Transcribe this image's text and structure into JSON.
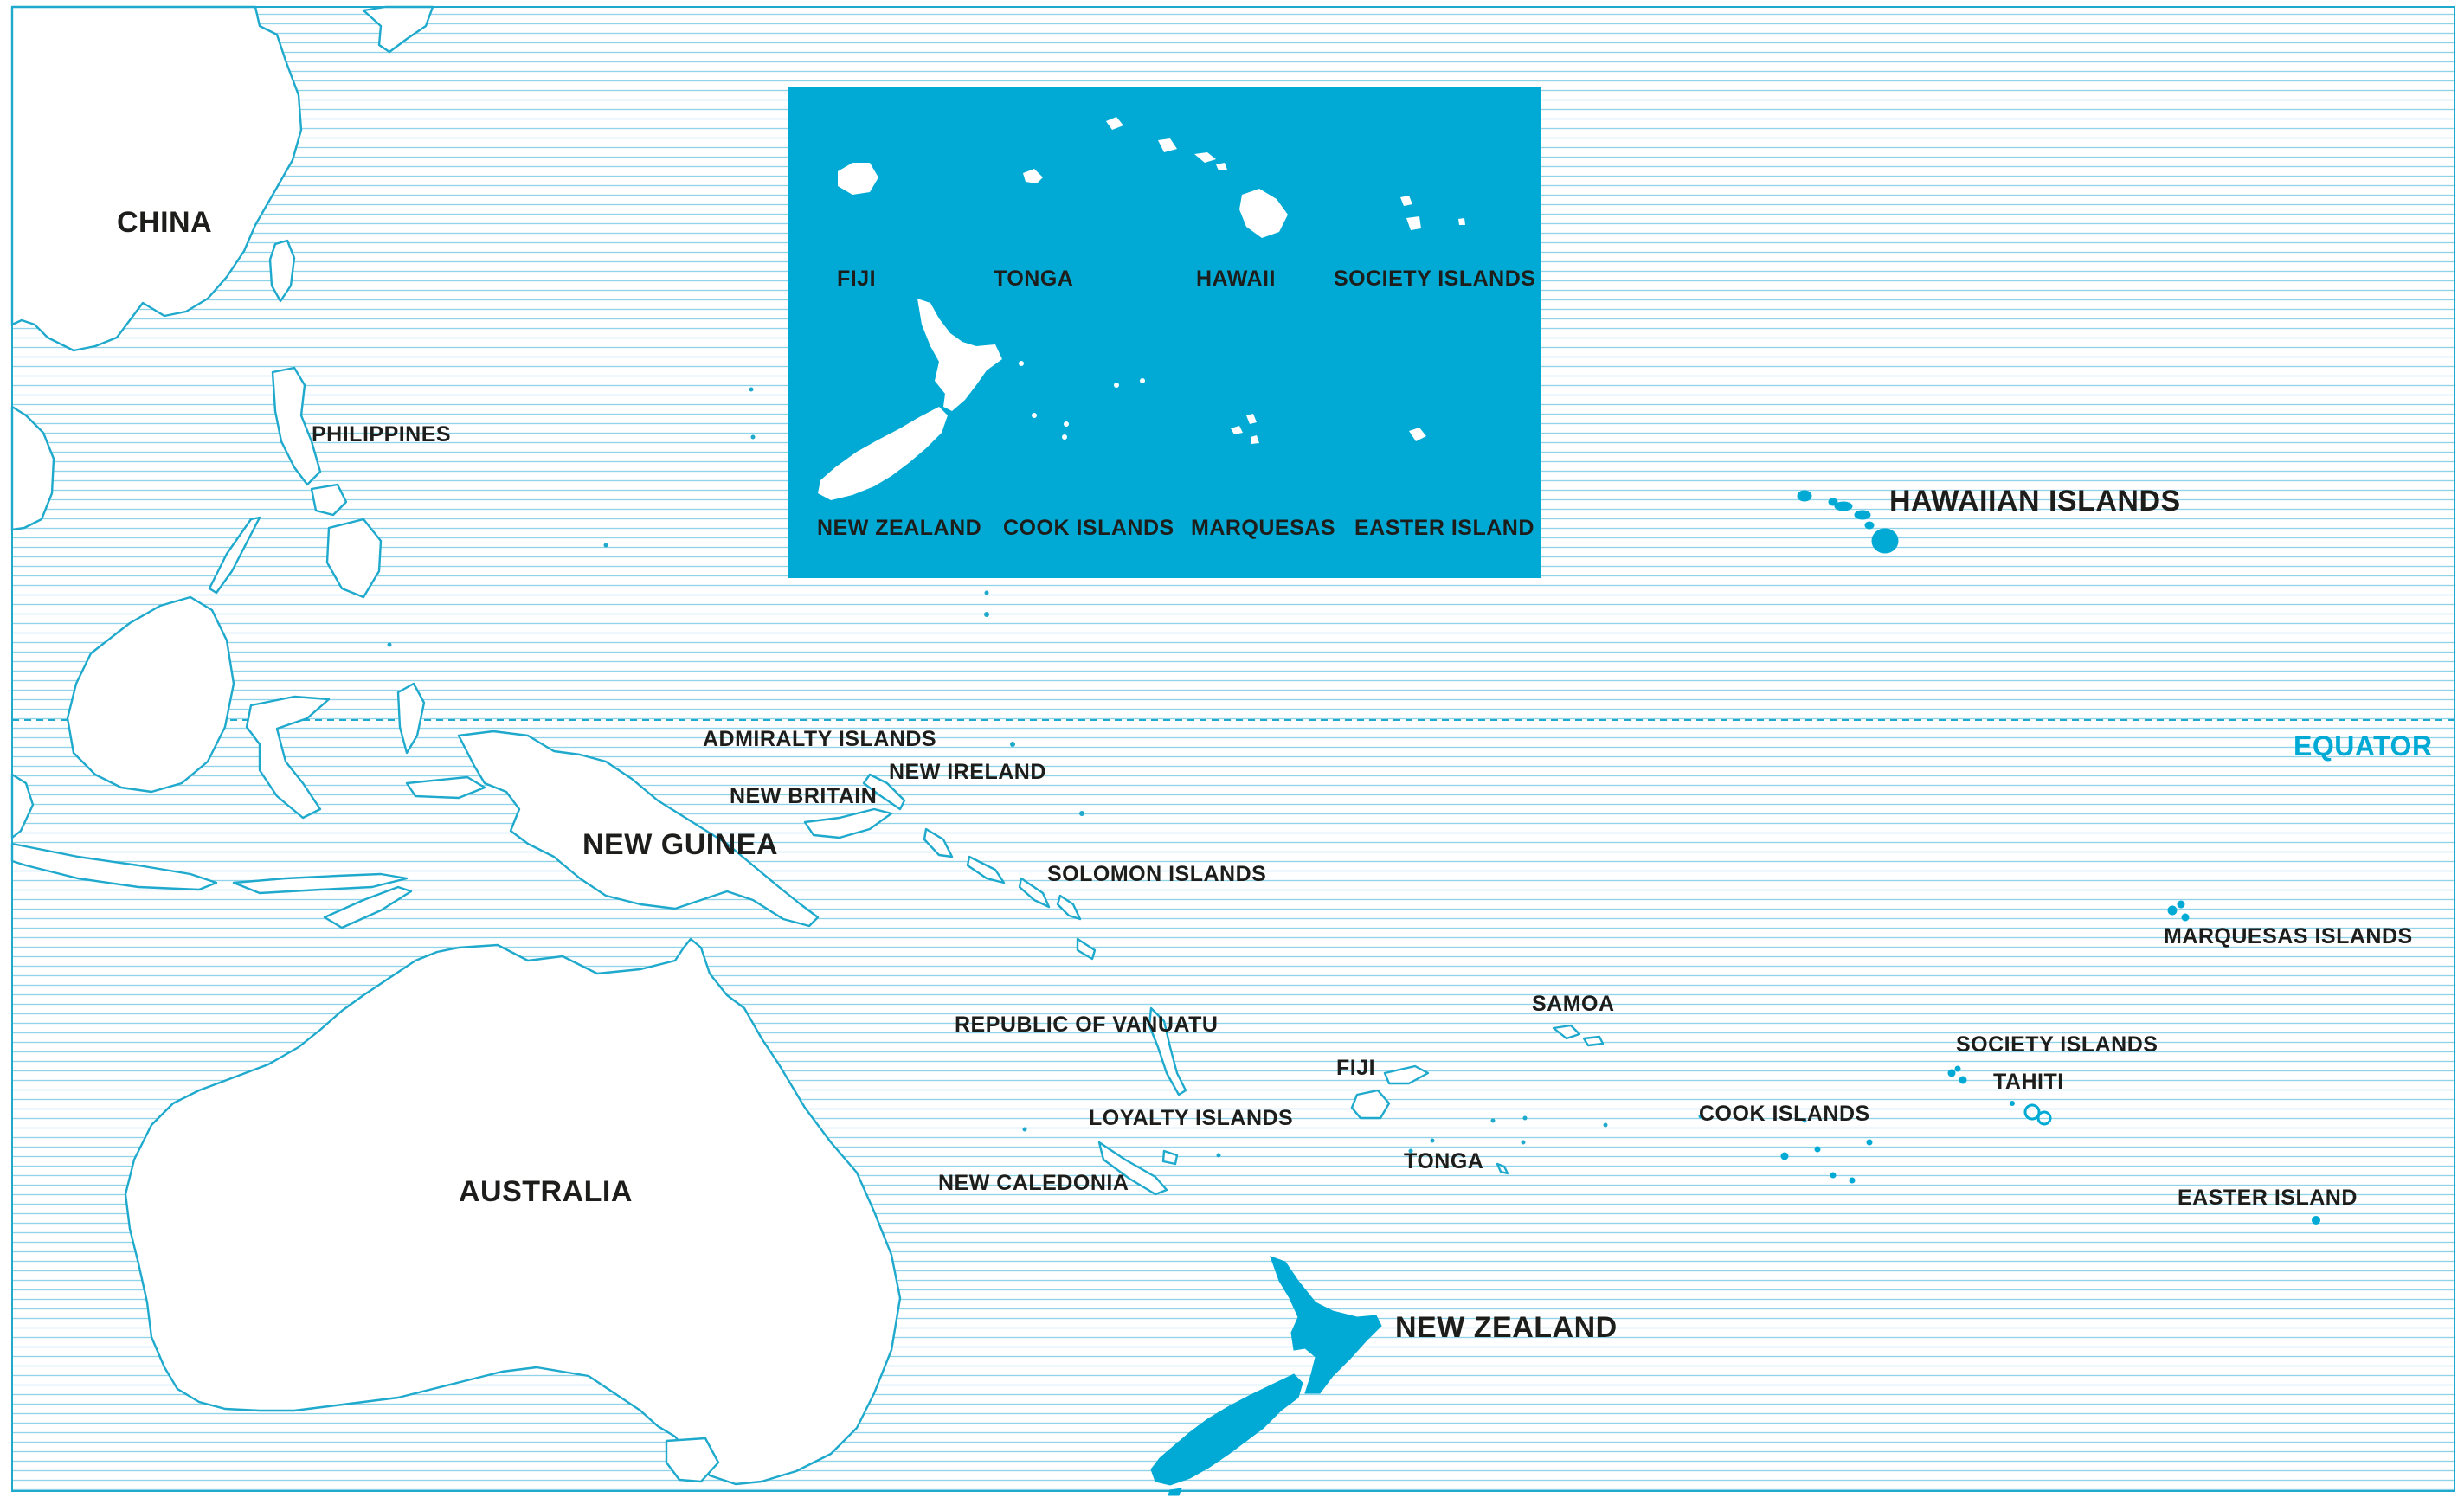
{
  "map": {
    "equator_label": "EQUATOR",
    "labels": {
      "china": "CHINA",
      "philippines": "PHILIPPINES",
      "new_guinea": "NEW GUINEA",
      "australia": "AUSTRALIA",
      "admiralty_islands": "ADMIRALTY ISLANDS",
      "new_ireland": "NEW IRELAND",
      "new_britain": "NEW BRITAIN",
      "solomon_islands": "SOLOMON ISLANDS",
      "vanuatu": "REPUBLIC OF VANUATU",
      "loyalty_islands": "LOYALTY ISLANDS",
      "new_caledonia": "NEW CALEDONIA",
      "fiji": "FIJI",
      "tonga": "TONGA",
      "samoa": "SAMOA",
      "cook_islands": "COOK ISLANDS",
      "society_islands": "SOCIETY ISLANDS",
      "tahiti": "TAHITI",
      "marquesas_islands": "MARQUESAS ISLANDS",
      "easter_island": "EASTER ISLAND",
      "hawaiian_islands": "HAWAIIAN ISLANDS",
      "new_zealand": "NEW ZEALAND"
    },
    "inset": {
      "fiji": "FIJI",
      "tonga": "TONGA",
      "hawaii": "HAWAII",
      "society_islands": "SOCIETY ISLANDS",
      "new_zealand": "NEW ZEALAND",
      "cook_islands": "COOK ISLANDS",
      "marquesas": "MARQUESAS",
      "easter_island": "EASTER ISLAND"
    },
    "colors": {
      "ocean_lines": "#8fd3e6",
      "accent": "#00aad4",
      "coast": "#1fa9cc",
      "text": "#1d1d1b"
    }
  }
}
